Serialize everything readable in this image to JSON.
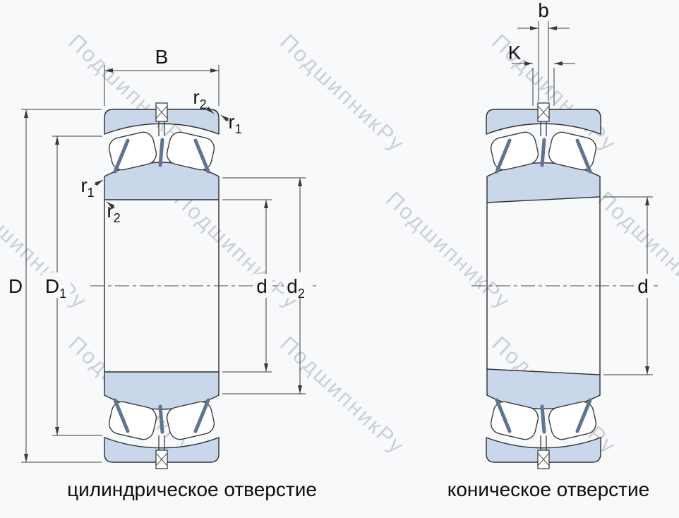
{
  "watermark": {
    "text": "ПодшипникРу",
    "color": "#aeb4bd"
  },
  "captions": {
    "left": "цилиндрическое отверстие",
    "right": "коническое отверстие"
  },
  "dims": {
    "B": "B",
    "D": "D",
    "D1": {
      "main": "D",
      "sub": "1"
    },
    "d": "d",
    "d2": {
      "main": "d",
      "sub": "2"
    },
    "r1": {
      "main": "r",
      "sub": "1"
    },
    "r2": {
      "main": "r",
      "sub": "2"
    },
    "b": "b",
    "K": "K",
    "d_taper": "d"
  },
  "colors": {
    "ring_fill": "#c9d7eb",
    "cage": "#5f7490",
    "outline": "#2d2d2d",
    "dimension": "#3a3a3a",
    "background": "#f8f9fb"
  }
}
